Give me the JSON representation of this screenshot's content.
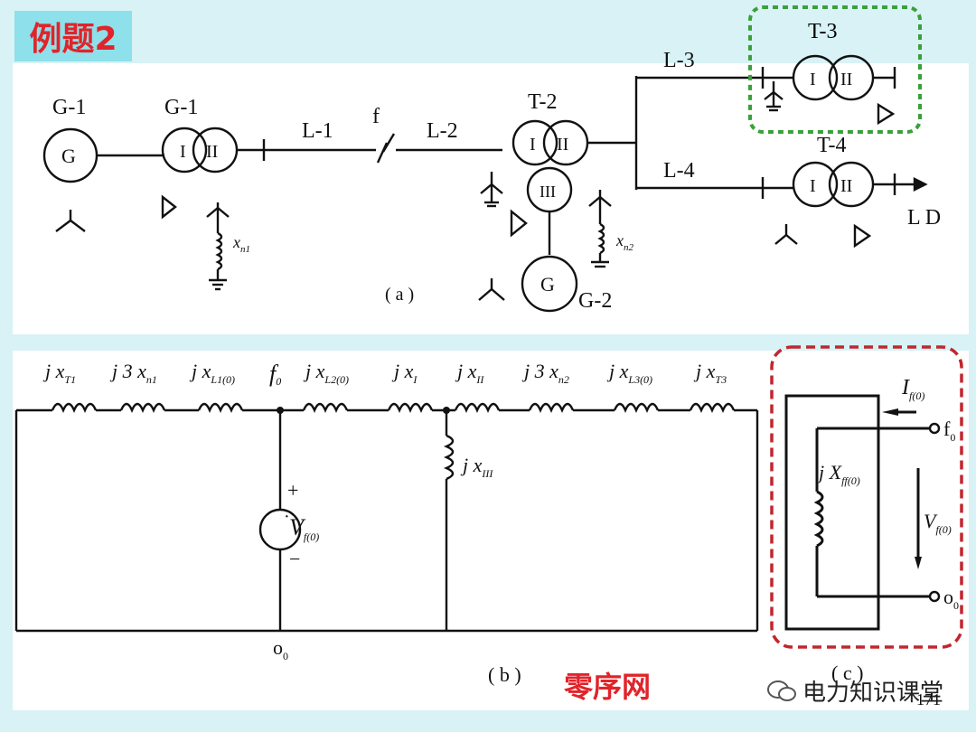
{
  "slide": {
    "title": "例题2",
    "network_label": "零序网",
    "watermark": "电力知识课堂",
    "page_number": "171"
  },
  "diagram_a": {
    "caption": "( a )",
    "generator_g1": "G-1",
    "generator_symbol": "G",
    "transformer_t1": "G-1",
    "line_l1": "L-1",
    "fault": "f",
    "line_l2": "L-2",
    "transformer_t2": "T-2",
    "line_l3": "L-3",
    "transformer_t3": "T-3",
    "line_l4": "L-4",
    "transformer_t4": "T-4",
    "load": "L D",
    "generator_g2": "G-2",
    "winding_1": "I",
    "winding_2": "II",
    "winding_3": "III",
    "reactance_n1": "x",
    "reactance_n1_sub": "n1",
    "reactance_n2": "x",
    "reactance_n2_sub": "n2"
  },
  "diagram_b": {
    "caption": "( b )",
    "impedances": [
      {
        "main": "j x",
        "sub": "T1"
      },
      {
        "main": "j 3 x",
        "sub": "n1"
      },
      {
        "main": "j x",
        "sub": "L1(0)"
      },
      {
        "main": "j x",
        "sub": "L2(0)"
      },
      {
        "main": "j x",
        "sub": "I"
      },
      {
        "main": "j x",
        "sub": "II"
      },
      {
        "main": "j 3 x",
        "sub": "n2"
      },
      {
        "main": "j x",
        "sub": "L3(0)"
      },
      {
        "main": "j x",
        "sub": "T3"
      }
    ],
    "fault_node": "f",
    "fault_node_sub": "0",
    "shunt_main": "j x",
    "shunt_sub": "III",
    "source_main": "V",
    "source_sub": "f(0)",
    "plus": "+",
    "minus": "−",
    "ground_node": "o",
    "ground_node_sub": "0"
  },
  "diagram_c": {
    "caption": "( c )",
    "current_main": "I",
    "current_sub": "f(0)",
    "fault_terminal": "f",
    "fault_terminal_sub": "0",
    "thevenin_main": "j X",
    "thevenin_sub": "ff(0)",
    "voltage_main": "V",
    "voltage_sub": "f(0)",
    "ground_terminal": "o",
    "ground_terminal_sub": "0"
  },
  "colors": {
    "title_bg": "#8ee0ea",
    "title_text": "#e0242a",
    "highlight_green": "#3aa03a",
    "highlight_red": "#c0272d"
  }
}
